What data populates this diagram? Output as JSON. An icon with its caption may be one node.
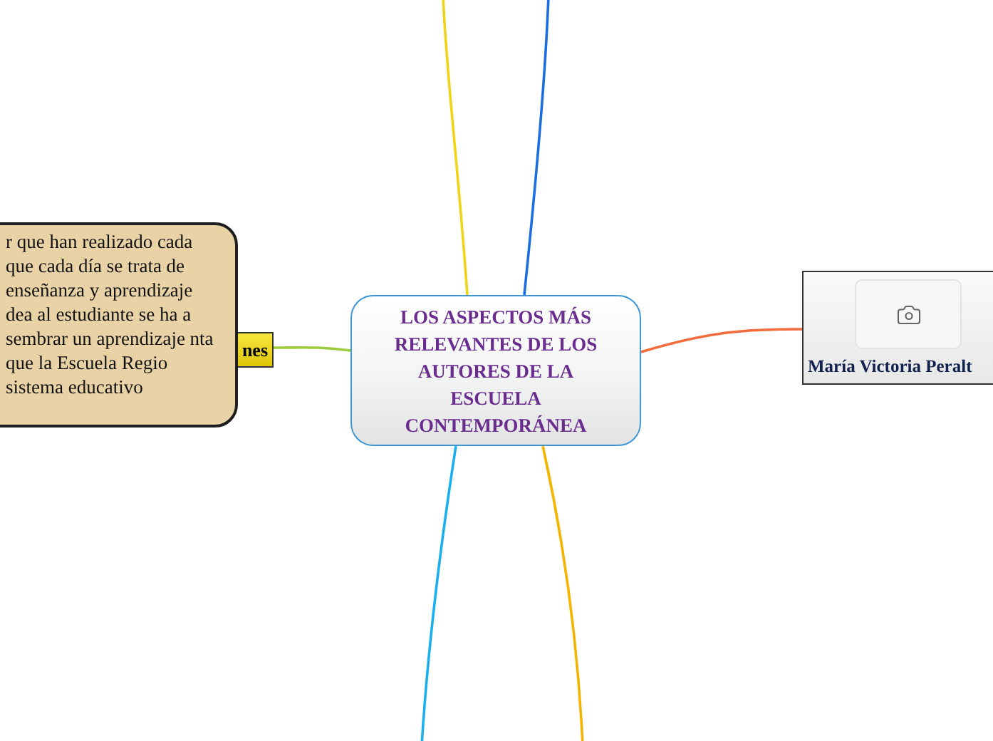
{
  "diagram": {
    "nodes": [
      {
        "text": [
          "LOS ASPECTOS MÁS RELEVANTES DE LOS AUTORES DE LA ESCUELA CONTEMPORÁNEA"
        ]
      },
      {
        "text": [
          "María Victoria Peralt"
        ]
      },
      {
        "text": [
          "nes"
        ]
      },
      {
        "text": [
          "r que han realizado cada que cada día se trata de enseñanza y aprendizaje dea al estudiante se ha a sembrar un aprendizaje nta que la Escuela Regio sistema educativo"
        ]
      }
    ],
    "edges": [
      {
        "from": 0,
        "to": 1,
        "arrow": "none",
        "color": "#f26b3a"
      },
      {
        "from": 0,
        "to": 2,
        "arrow": "none",
        "color": "#9ccc3c"
      },
      {
        "from": 0,
        "to": null,
        "arrow": "none",
        "color": "#f0d418"
      },
      {
        "from": 0,
        "to": null,
        "arrow": "none",
        "color": "#1a6ee0"
      },
      {
        "from": 0,
        "to": null,
        "arrow": "none",
        "color": "#1ab0f0"
      },
      {
        "from": 0,
        "to": null,
        "arrow": "none",
        "color": "#f5b400"
      }
    ]
  }
}
